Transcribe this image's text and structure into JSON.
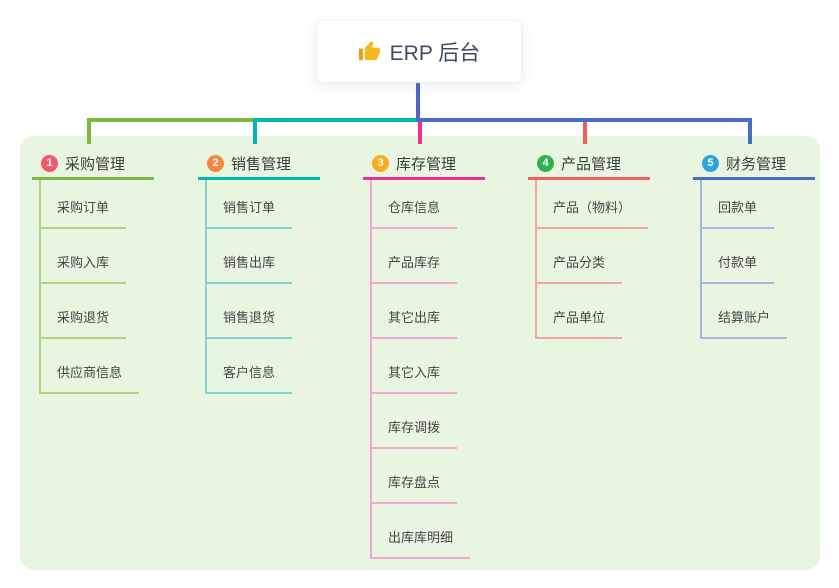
{
  "root": {
    "label": "ERP 后台",
    "icon": "thumbs-up-icon"
  },
  "colors": {
    "stem": "#5066c5",
    "panel_bg": "#e8f5e1",
    "root_text": "#3e4a66"
  },
  "branches": [
    {
      "index": "1",
      "label": "采购管理",
      "badge_color": "#f2596a",
      "accent": "#7cb93e",
      "child_line": "#aed581",
      "children": [
        "采购订单",
        "采购入库",
        "采购退货",
        "供应商信息"
      ]
    },
    {
      "index": "2",
      "label": "销售管理",
      "badge_color": "#f6873d",
      "accent": "#00b8b2",
      "child_line": "#7fd4ce",
      "children": [
        "销售订单",
        "销售出库",
        "销售退货",
        "客户信息"
      ]
    },
    {
      "index": "3",
      "label": "库存管理",
      "badge_color": "#fbac1f",
      "accent": "#e8348f",
      "child_line": "#f4a7d0",
      "children": [
        "仓库信息",
        "产品库存",
        "其它出库",
        "其它入库",
        "库存调拨",
        "库存盘点",
        "出库库明细"
      ]
    },
    {
      "index": "4",
      "label": "产品管理",
      "badge_color": "#2db34e",
      "accent": "#f25e5e",
      "child_line": "#f5a3a3",
      "children": [
        "产品（物料）",
        "产品分类",
        "产品单位"
      ]
    },
    {
      "index": "5",
      "label": "财务管理",
      "badge_color": "#29a6db",
      "accent": "#4c6cc4",
      "child_line": "#a3b6e4",
      "children": [
        "回款单",
        "付款单",
        "结算账户"
      ]
    }
  ]
}
